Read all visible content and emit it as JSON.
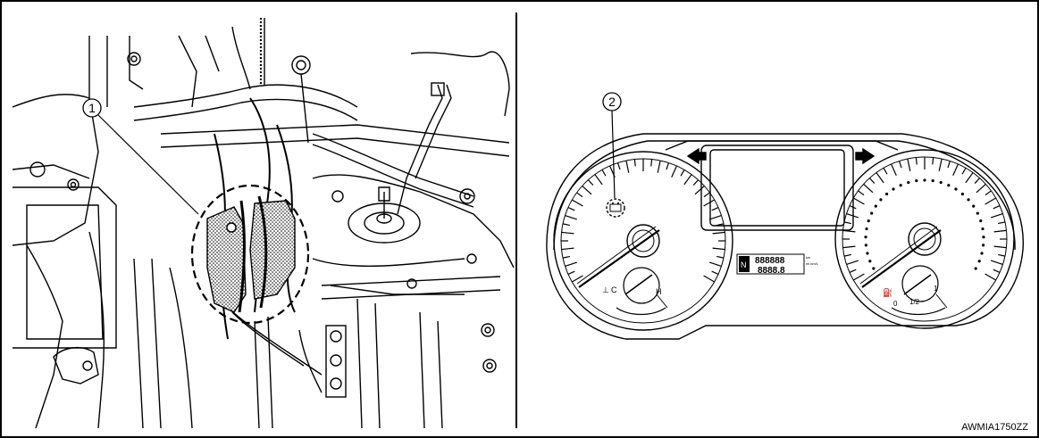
{
  "left_panel": {
    "callout_number": "1"
  },
  "right_panel": {
    "callout_number": "2",
    "lcd_top": "888888",
    "lcd_bottom": "8888.8",
    "lcd_units_top": "km",
    "lcd_units_bottom": "mi km/L",
    "temp_gauge": {
      "low": "C",
      "high": "H"
    },
    "fuel_gauge": {
      "empty": "0",
      "half": "1/2",
      "full": "1"
    }
  },
  "figure_code": "AWMIA1750ZZ"
}
